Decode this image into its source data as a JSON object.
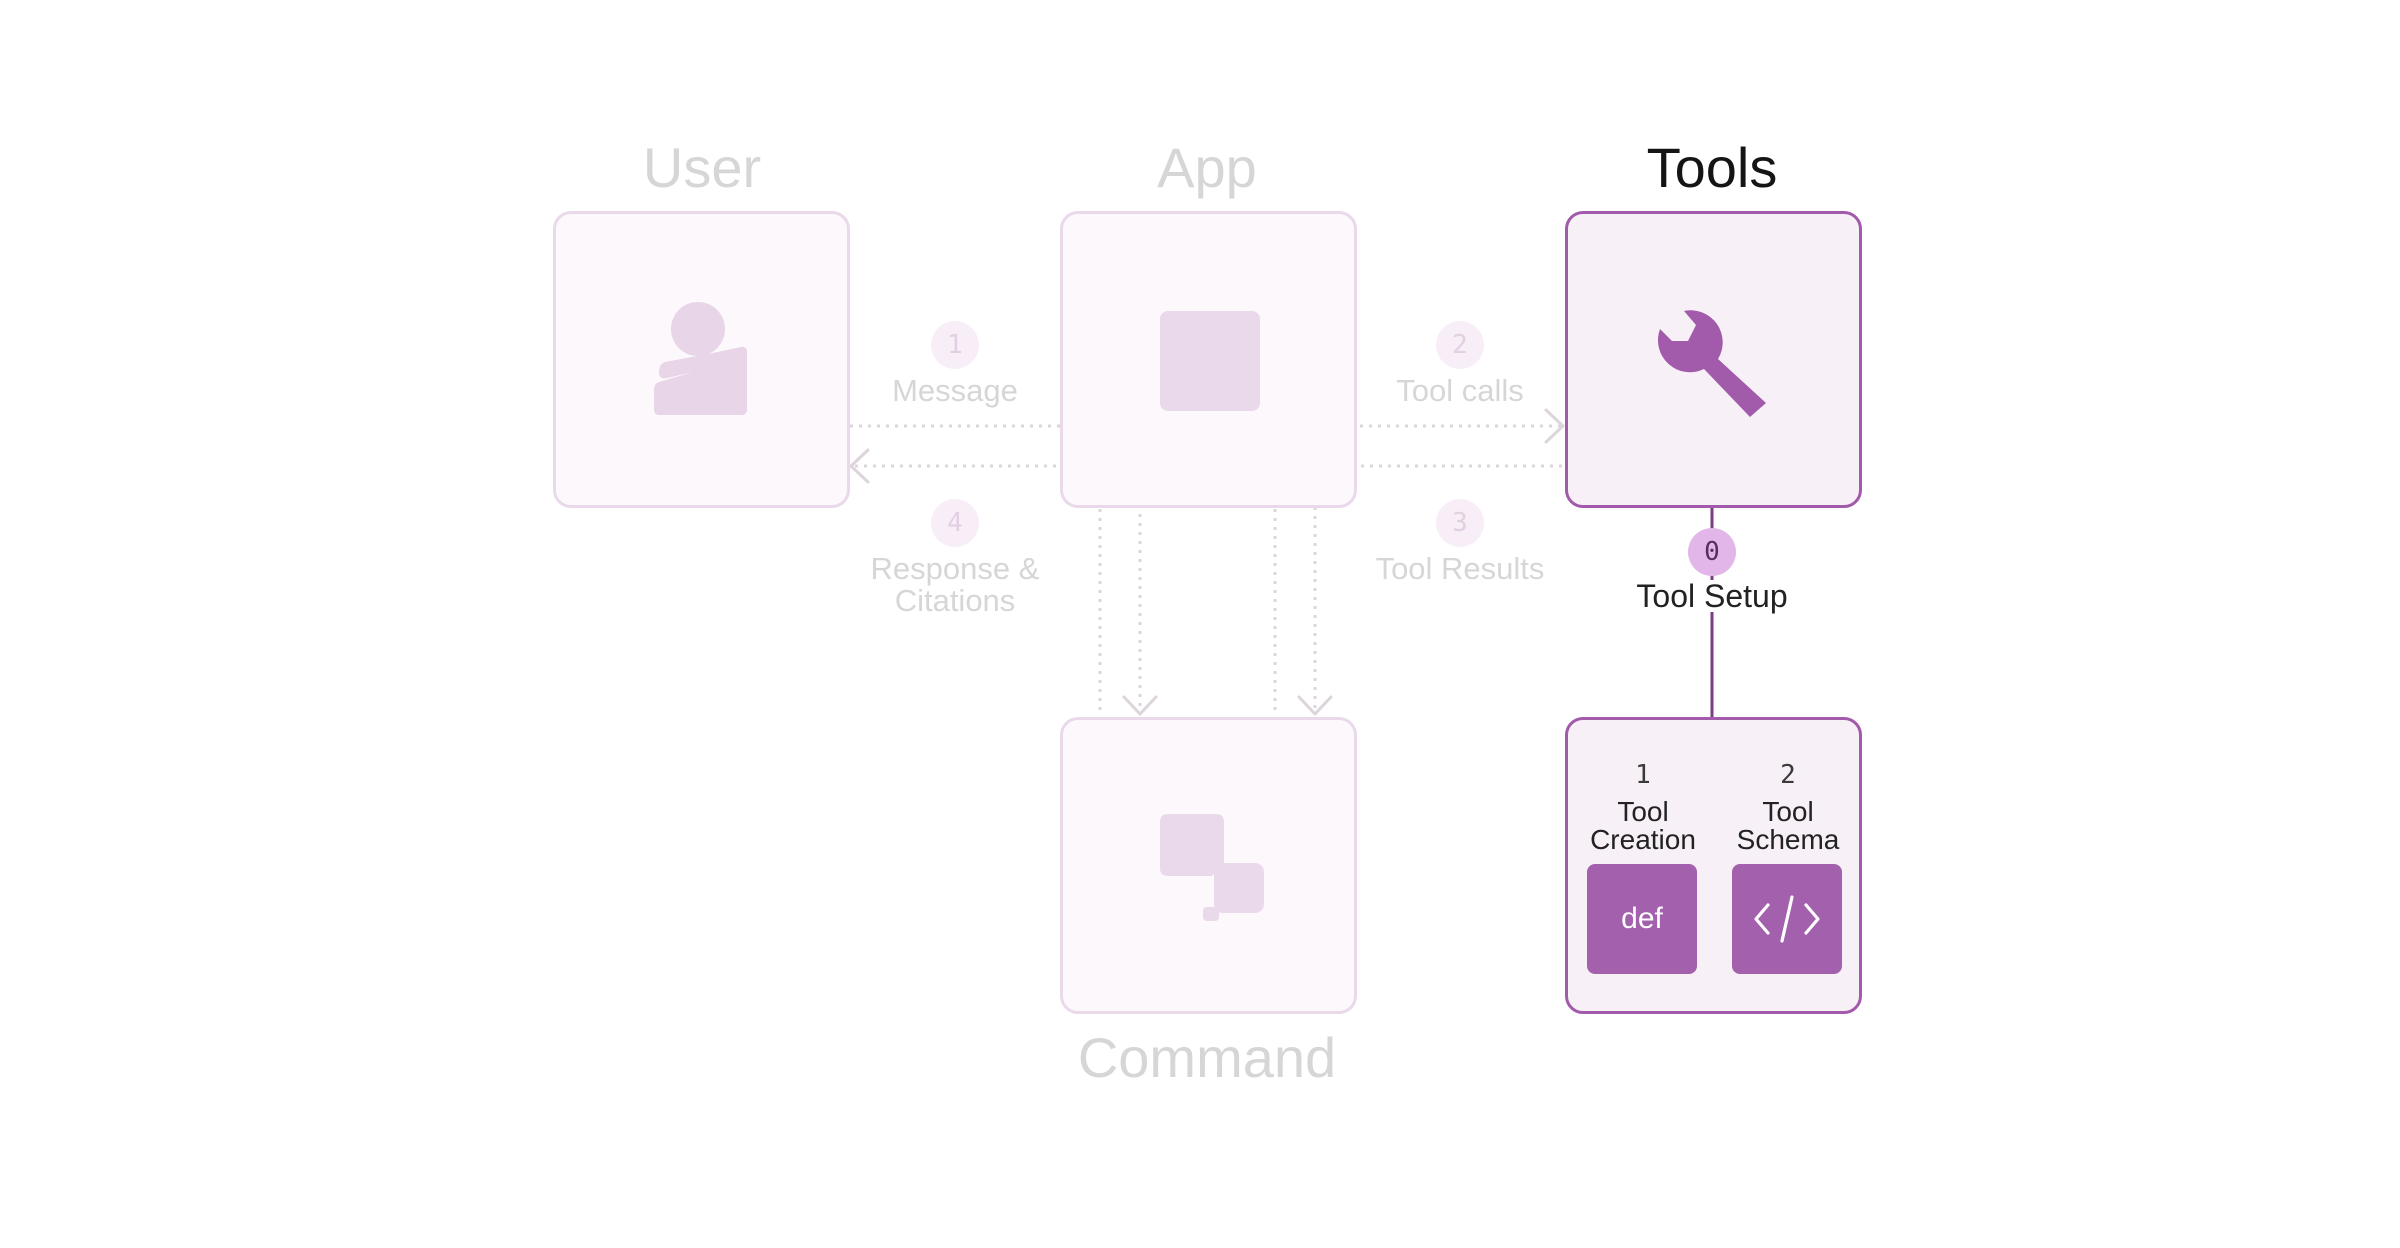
{
  "nodes": {
    "user": {
      "title": "User"
    },
    "app": {
      "title": "App"
    },
    "tools": {
      "title": "Tools"
    },
    "command": {
      "title": "Command"
    }
  },
  "steps": [
    {
      "number": "1",
      "label": "Message"
    },
    {
      "number": "2",
      "label": "Tool calls"
    },
    {
      "number": "3",
      "label": "Tool Results"
    },
    {
      "number": "4",
      "label": "Response &\nCitations"
    }
  ],
  "setup": {
    "number": "0",
    "label": "Tool Setup"
  },
  "tool_setup_items": [
    {
      "number": "1",
      "label": "Tool\nCreation",
      "tile_text": "def",
      "icon": "def-code-icon"
    },
    {
      "number": "2",
      "label": "Tool\nSchema",
      "icon": "code-brackets-icon"
    }
  ],
  "colors": {
    "accent": "#a25aaa",
    "faded_fill": "#ead9ea",
    "faded_text": "#d6d6d6",
    "badge_active": "#e2b6e9"
  },
  "icons": {
    "user": "person-icon",
    "app": "square-icon",
    "tools": "wrench-icon",
    "command": "chat-bubbles-icon"
  }
}
